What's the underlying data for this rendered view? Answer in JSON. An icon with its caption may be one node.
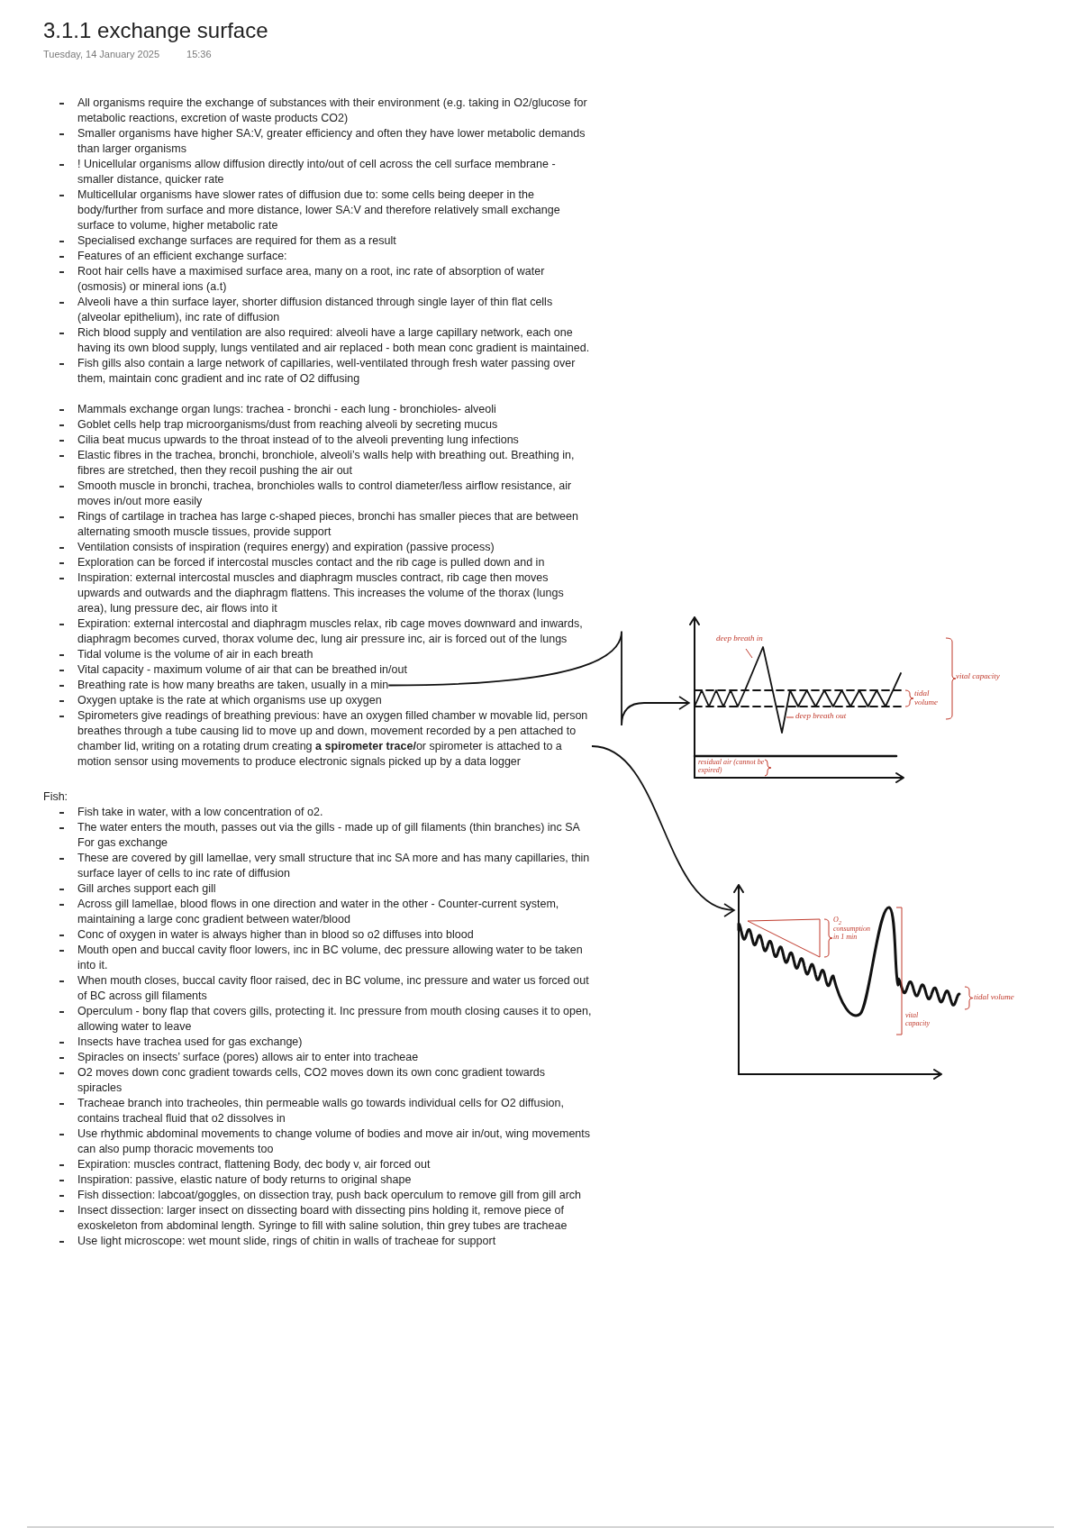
{
  "diagram": {
    "title": "3.1.1 exchange surface",
    "nodes": [
      {
        "text": [
          "Breathing rate is how many breaths are taken, usually in a min"
        ]
      },
      {
        "text": [
          "Spirometers give readings of breathing previous: have an oxygen filled chamber w movable lid, person breathes through a tube causing lid to move up and down, movement recorded by a pen attached to chamber lid, writing on a rotating drum creating **a spirometer trace/**or spirometer is attached to a motion sensor using movements to produce electronic signals picked up by a data logger"
        ]
      },
      {
        "text": [
          "deep breath in",
          "tidal volume",
          "vital capacity",
          "deep breath out",
          "residual air (cannot be expired)"
        ]
      },
      {
        "text": [
          "O$_{2}$ consumption in 1 min",
          "vital capacity",
          "tidal volume"
        ]
      }
    ],
    "edges": [
      {
        "from": 0,
        "to": 2,
        "arrow": "to"
      },
      {
        "from": 1,
        "to": 3,
        "arrow": "to"
      }
    ],
    "labels": [
      "Tuesday, 14 January 2025",
      "15:36",
      "All organisms require the exchange of substances with their environment (e.g. taking in O2/glucose for metabolic reactions, excretion of waste products CO2)",
      "Smaller organisms have higher SA:V, greater efficiency and often they have lower metabolic demands than larger organisms",
      "! Unicellular organisms allow diffusion directly into/out of cell across the cell surface membrane - smaller distance, quicker rate",
      "Multicellular organisms have slower rates of diffusion due to: some cells being deeper in the body/further from surface and more distance, lower SA:V and therefore relatively small exchange surface to volume, higher metabolic rate",
      "Specialised exchange surfaces are required for them as a result",
      "Features of an efficient exchange surface:",
      "Root hair cells have a maximised surface area, many on a root, inc rate of absorption of water (osmosis) or mineral ions (a.t)",
      "Alveoli have a thin surface layer, shorter diffusion distanced through single layer of thin flat cells (alveolar epithelium), inc rate of diffusion",
      "Rich blood supply and ventilation are also required: alveoli have a large capillary network, each one having its own blood supply, lungs ventilated and air replaced - both mean conc gradient is maintained.",
      "Fish gills also contain a large network of capillaries, well-ventilated through fresh water passing over them, maintain conc gradient and inc rate of O2 diffusing",
      "Mammals exchange organ lungs: trachea - bronchi - each lung - bronchioles- alveoli",
      "Goblet cells help trap microorganisms/dust from reaching alveoli by secreting mucus",
      "Cilia beat mucus upwards to the throat instead of to the alveoli preventing lung infections",
      "Elastic fibres in the trachea, bronchi, bronchiole, alveoli’s walls help with breathing out. Breathing in, fibres are stretched, then they recoil pushing the air out",
      "Smooth muscle in bronchi, trachea, bronchioles walls to control diameter/less airflow resistance, air moves in/out more easily",
      "Rings of cartilage in trachea has large c-shaped pieces, bronchi has smaller pieces that are between alternating smooth muscle tissues, provide support",
      "Ventilation consists of inspiration (requires energy) and expiration (passive process)",
      "Exploration can be forced if intercostal muscles contact and the rib cage is pulled down and in",
      "Inspiration: external intercostal muscles and diaphragm muscles contract, rib cage then moves upwards and outwards and the diaphragm flattens. This increases the volume of the thorax (lungs area), lung pressure dec, air flows into it",
      "Expiration: external intercostal and diaphragm muscles relax, rib cage moves downward and inwards, diaphragm becomes curved, thorax volume dec, lung air pressure inc, air is forced out of the lungs",
      "Tidal volume is the volume of air in each breath",
      "Vital capacity - maximum volume of air that can be breathed in/out",
      "Oxygen uptake is the rate at which organisms use up oxygen",
      "Fish:",
      "Fish take in water, with a low concentration of o2.",
      "The water enters the mouth, passes out via the gills - made up of gill filaments (thin branches) inc SA For gas exchange",
      "These are covered by gill lamellae, very small structure that inc SA more and has many capillaries, thin surface layer of cells to inc rate of diffusion",
      "Gill arches support each gill",
      "Across gill lamellae, blood flows in one direction and water in the other - Counter-current system, maintaining a large conc gradient between water/blood",
      "Conc of oxygen in water is always higher than in blood so o2 diffuses into blood",
      "Mouth open and buccal cavity floor lowers, inc in BC volume, dec pressure allowing water to be taken into it.",
      "When mouth closes, buccal cavity floor raised, dec in BC volume, inc pressure and water us forced out of BC across gill filaments",
      "Operculum - bony flap that covers gills, protecting it. Inc pressure from mouth closing causes it to open, allowing water to leave",
      "Insects have trachea used for gas exchange)",
      "Spiracles on insects’ surface (pores) allows air to enter into tracheae",
      "O2 moves down conc gradient towards cells, CO2 moves down its own conc gradient towards spiracles",
      "Tracheae branch into tracheoles, thin permeable walls go towards individual cells for O2 diffusion, contains tracheal fluid that o2 dissolves in",
      "Use rhythmic abdominal movements to change volume of bodies and move air in/out, wing movements can also pump thoracic movements too",
      "Expiration: muscles contract, flattening Body, dec body v, air forced out",
      "Inspiration: passive, elastic nature of body returns to original shape",
      "Fish dissection: labcoat/goggles, on dissection tray, push back operculum to remove gill from gill arch",
      "Insect dissection: larger insect on dissecting board with dissecting pins holding it, remove piece of exoskeleton from abdominal length. Syringe to fill with saline solution, thin grey tubes are tracheae",
      "Use light microscope: wet mount slide, rings of chitin in walls of tracheae for support"
    ]
  }
}
